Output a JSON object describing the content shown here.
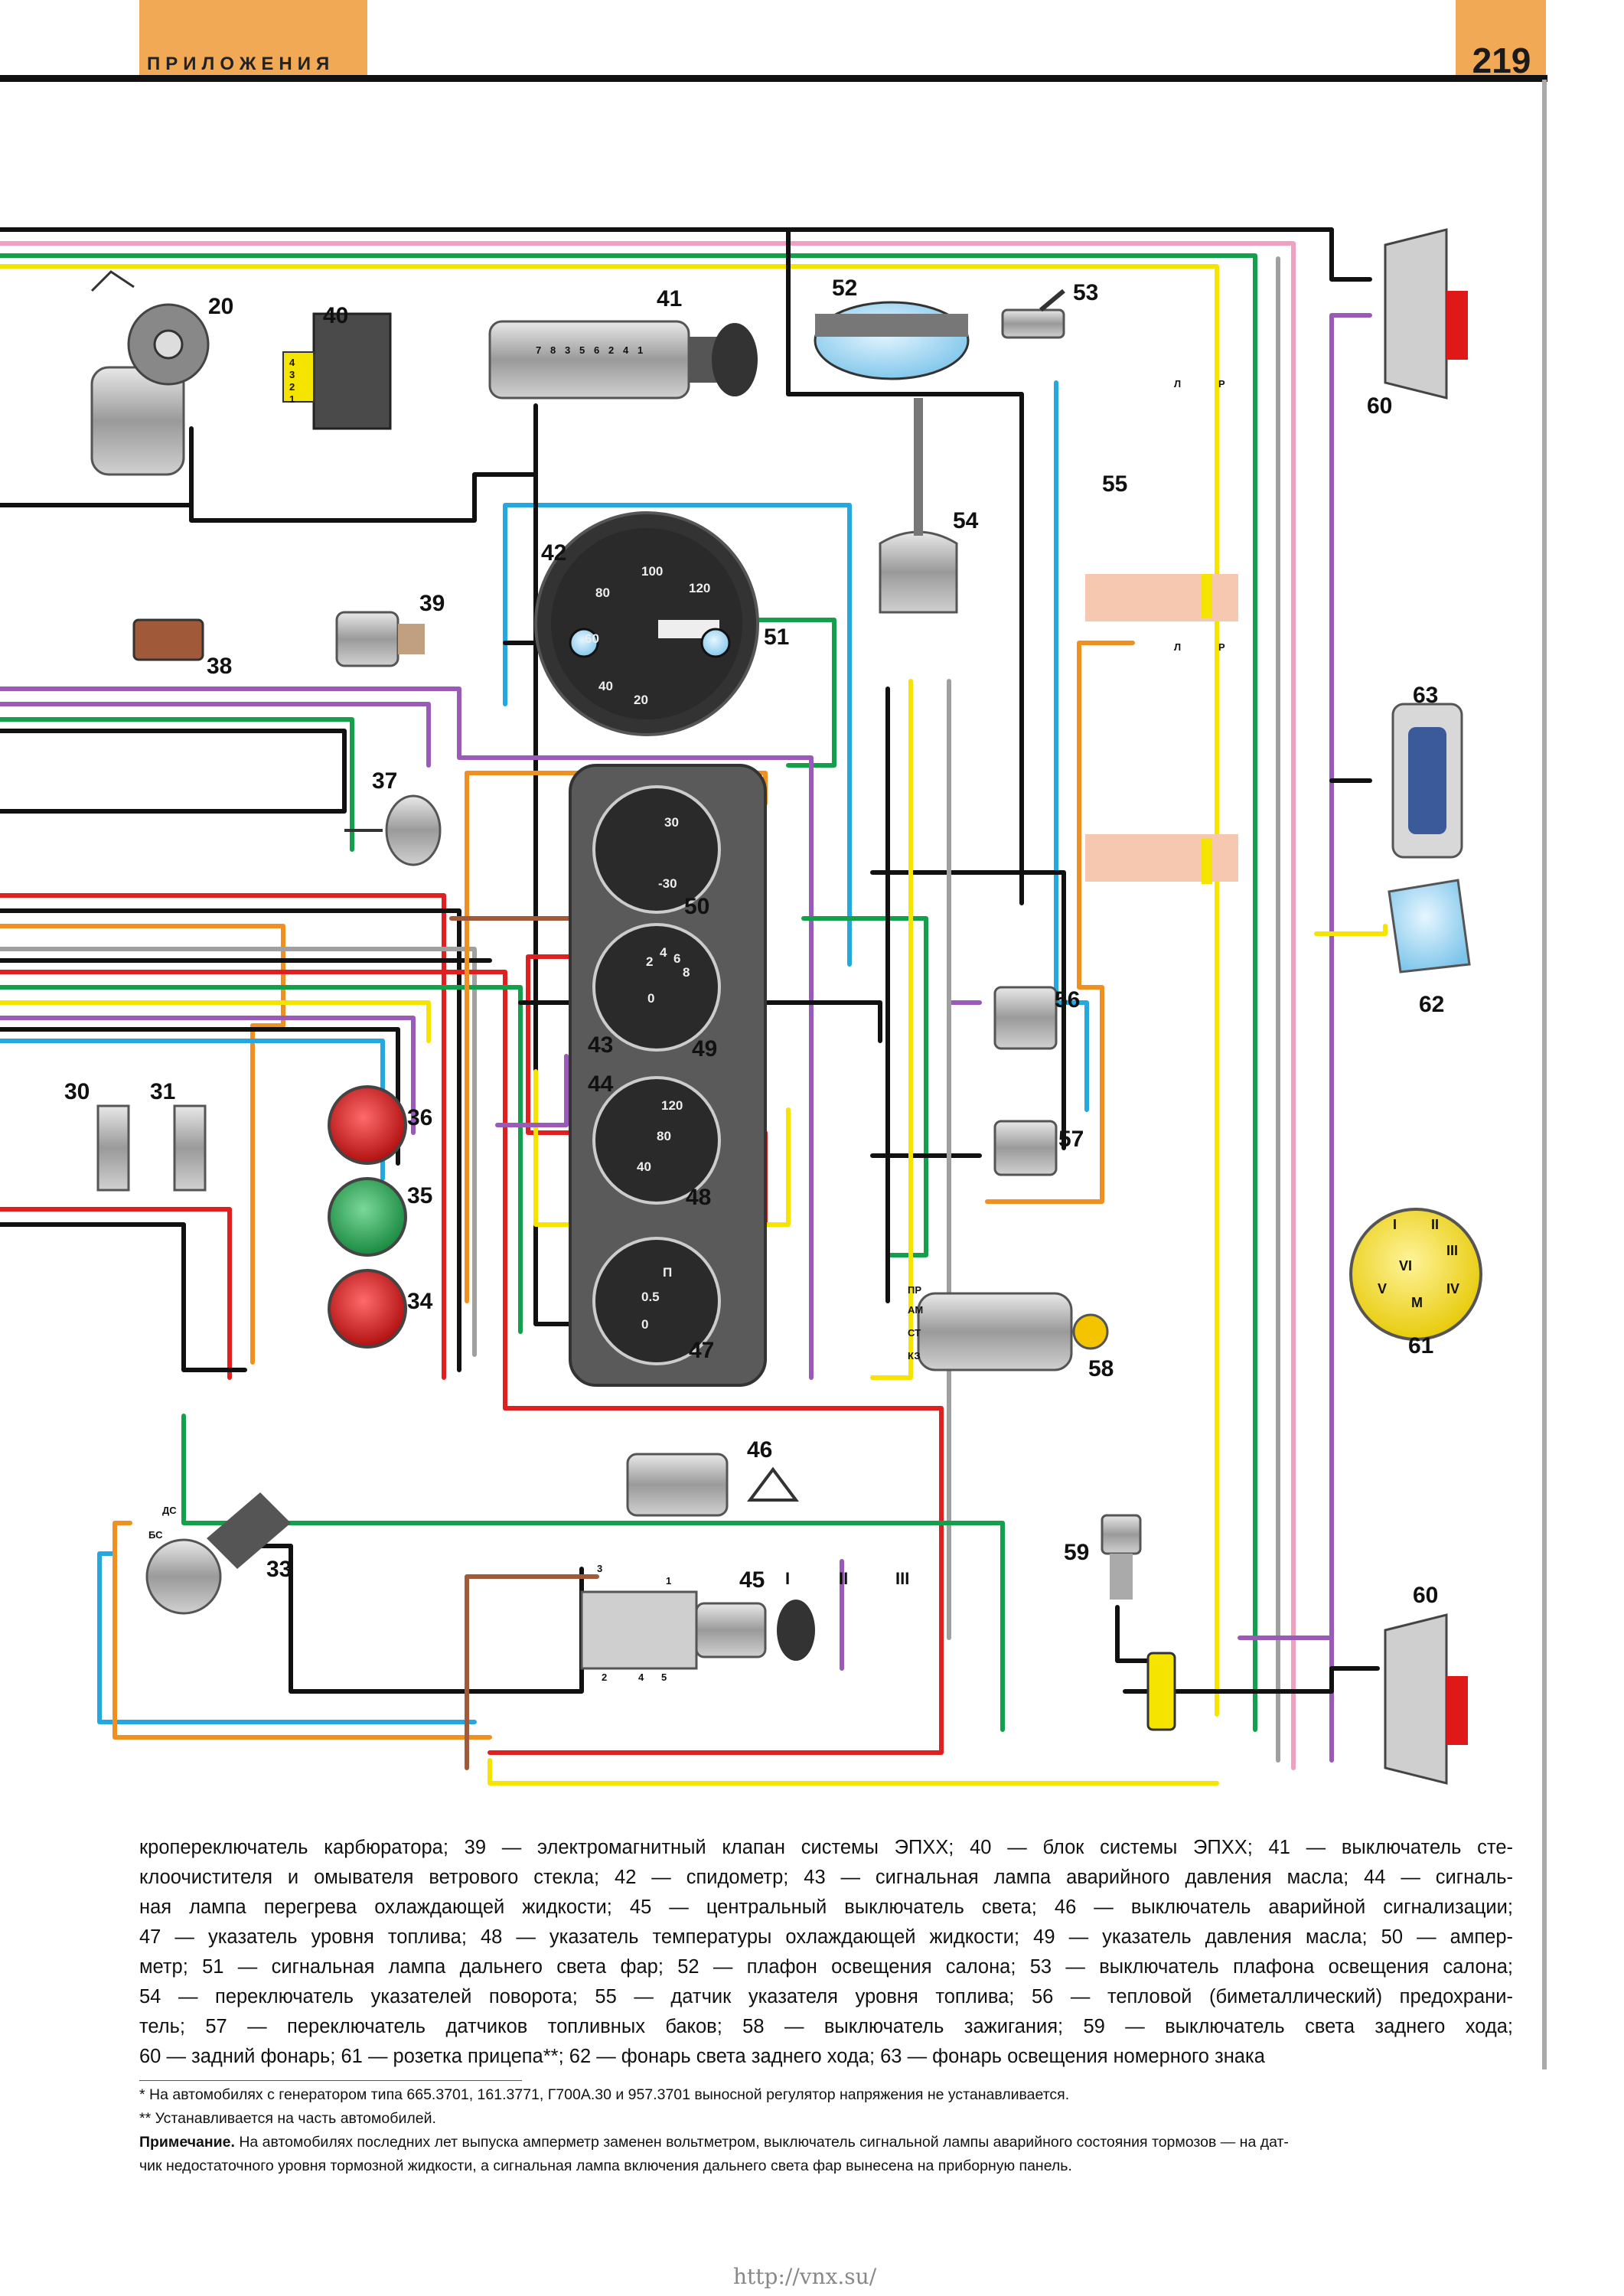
{
  "header": {
    "section_title": "ПРИЛОЖЕНИЯ",
    "page_number": "219"
  },
  "colors": {
    "tab": "#f2a955",
    "wire_black": "#111111",
    "wire_red": "#e02020",
    "wire_green": "#13a04a",
    "wire_blue": "#25a8e0",
    "wire_yellow": "#f5e400",
    "wire_orange": "#f09020",
    "wire_violet": "#9a5ab8",
    "wire_gray": "#a0a0a0",
    "wire_pink": "#f0a0c0",
    "wire_brown": "#a05a3a"
  },
  "diagram": {
    "component_labels": [
      "20",
      "40",
      "41",
      "52",
      "53",
      "60",
      "55",
      "54",
      "39",
      "38",
      "42",
      "51",
      "37",
      "63",
      "50",
      "62",
      "56",
      "43",
      "49",
      "36",
      "44",
      "30",
      "31",
      "57",
      "35",
      "48",
      "34",
      "61",
      "47",
      "58",
      "46",
      "33",
      "59",
      "45",
      "60"
    ],
    "gauges": {
      "speedometer": [
        "20",
        "40",
        "60",
        "80",
        "100",
        "120"
      ],
      "voltmeter": [
        "30",
        "-30"
      ],
      "oil_pressure": [
        "0",
        "2",
        "4",
        "6",
        "8"
      ],
      "temperature": [
        "40",
        "80",
        "120"
      ],
      "fuel": [
        "0",
        "0.5",
        "П"
      ]
    },
    "fuel_sender_letters": [
      "Л",
      "Р"
    ],
    "pin_labels": {
      "switch_41": [
        "7",
        "8",
        "3",
        "5",
        "6",
        "2",
        "4",
        "1"
      ],
      "block_40": [
        "4",
        "3",
        "2",
        "1"
      ],
      "ignition_58": [
        "ПР",
        "АМ",
        "СТ",
        "КЗ"
      ],
      "light_switch_45_top": [
        "3",
        "1"
      ],
      "light_switch_45_bottom": [
        "2",
        "4",
        "5"
      ],
      "light_switch_45_positions": [
        "I",
        "II",
        "III"
      ],
      "socket_61": [
        "I",
        "II",
        "III",
        "IV",
        "V",
        "VI",
        "М"
      ],
      "lamp_33": [
        "ДС",
        "БС"
      ]
    }
  },
  "caption": {
    "lines": [
      "кропереключатель карбюратора; 39 — электромагнитный клапан системы ЭПХХ; 40 — блок системы ЭПХХ; 41 — выключатель сте-",
      "клоочистителя и омывателя ветрового стекла; 42 — спидометр; 43 — сигнальная лампа аварийного давления масла; 44 — сигналь-",
      "ная лампа перегрева охлаждающей жидкости; 45 — центральный выключатель света; 46 — выключатель аварийной сигнализации;",
      "47 — указатель уровня топлива; 48 — указатель температуры охлаждающей жидкости; 49 — указатель давления масла; 50 — ампер-",
      "метр; 51 — сигнальная лампа дальнего света фар; 52 — плафон освещения салона; 53 — выключатель плафона освещения салона;",
      "54 — переключатель указателей поворота; 55 — датчик указателя уровня топлива; 56 — тепловой (биметаллический) предохрани-",
      "тель; 57 — переключатель датчиков топливных баков; 58 — выключатель зажигания; 59 — выключатель света заднего хода;",
      "60 — задний фонарь; 61 — розетка прицепа**; 62 — фонарь света заднего хода; 63 — фонарь освещения номерного знака"
    ]
  },
  "notes": {
    "footnote_1": "* На автомобилях с генератором типа 665.3701, 161.3771, Г700А.30 и 957.3701 выносной регулятор напряжения не устанавливается.",
    "footnote_2": "** Устанавливается на часть автомобилей.",
    "remark_label": "Примечание.",
    "remark_text": " На автомобилях последних лет выпуска амперметр заменен вольтметром, выключатель сигнальной лампы аварийного состояния тормозов — на дат-",
    "remark_text_2": "чик недостаточного уровня тормозной жидкости, а сигнальная лампа включения дальнего света фар вынесена на приборную панель."
  },
  "footer": {
    "url": "http://vnx.su/"
  }
}
